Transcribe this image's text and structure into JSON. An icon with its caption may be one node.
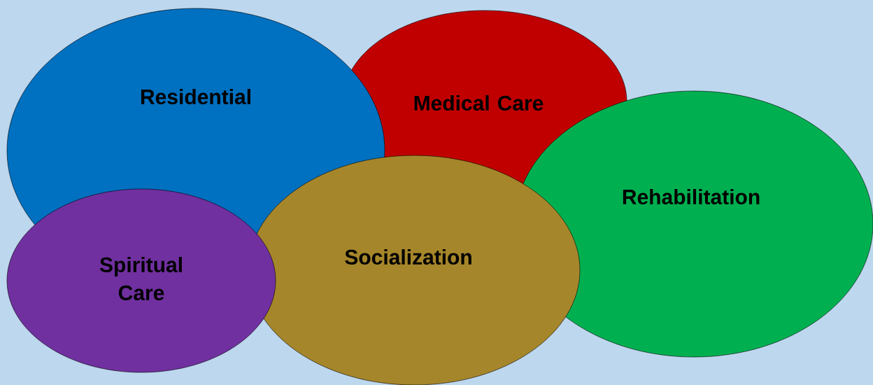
{
  "diagram": {
    "nodes": [
      {
        "text": [
          "Residential"
        ]
      },
      {
        "text": [
          "Medical Care"
        ]
      },
      {
        "text": [
          "Rehabilitation"
        ]
      },
      {
        "text": [
          "Socialization"
        ]
      },
      {
        "text": [
          "Spiritual Care"
        ]
      }
    ]
  }
}
